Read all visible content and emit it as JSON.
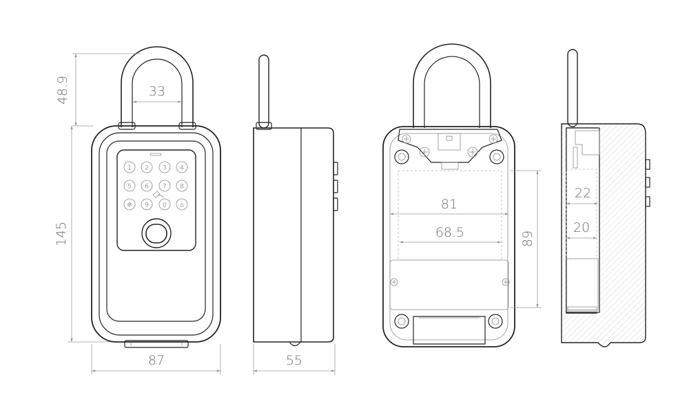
{
  "dimensions": {
    "shackle_height": "48.9",
    "shackle_width": "33",
    "body_height": "145",
    "body_width": "87",
    "depth": "55",
    "inner_width": "81",
    "inner_width_small": "68.5",
    "inner_height": "89",
    "inner_depth_top": "22",
    "inner_depth_bottom": "20"
  },
  "keypad": {
    "keys": [
      "1",
      "2",
      "3",
      "4",
      "5",
      "6",
      "7",
      "8",
      "✻",
      "9",
      "0",
      "⌂"
    ]
  },
  "colors": {
    "outline": "#222222",
    "dimension": "#9a9a9a",
    "text": "#6f6f6f"
  }
}
